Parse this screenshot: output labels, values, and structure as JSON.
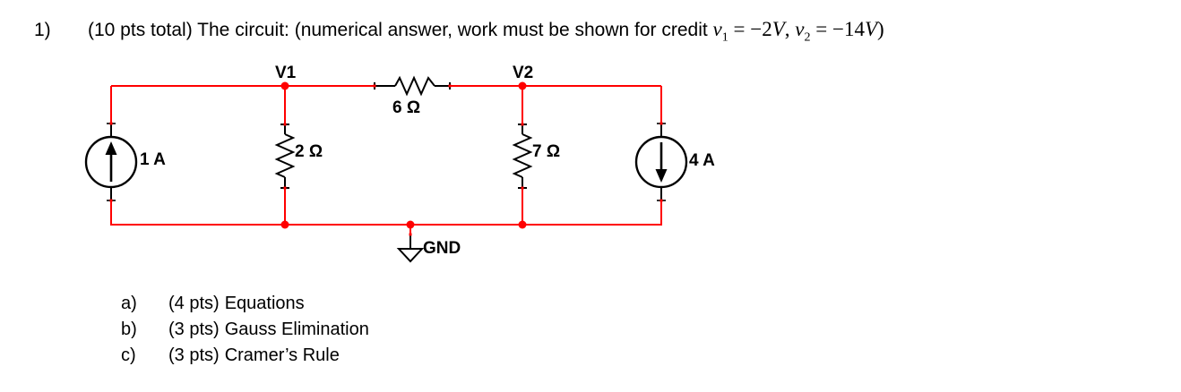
{
  "title": {
    "number": "1)",
    "prompt": "(10 pts total) The circuit: (numerical answer, work must be shown for credit ",
    "m1": {
      "v": "v",
      "sub": "1",
      "eq": " = −2",
      "unit": "V",
      "sep": ", "
    },
    "m2": {
      "v": "v",
      "sub": "2",
      "eq": " = −14",
      "unit": "V",
      "close": ")"
    }
  },
  "circuit": {
    "nodes": {
      "v1": "V1",
      "v2": "V2"
    },
    "components": {
      "source_left": "1 A",
      "source_right": "4 A",
      "resistor_top": "6 Ω",
      "resistor_left": "2 Ω",
      "resistor_right": "7 Ω",
      "ground": "GND"
    },
    "colors": {
      "wire": "#ff0000",
      "component": "#000000",
      "text": "#000000"
    }
  },
  "parts": [
    {
      "label": "a)",
      "points": "(4 pts)",
      "text": "Equations"
    },
    {
      "label": "b)",
      "points": "(3 pts)",
      "text": "Gauss Elimination"
    },
    {
      "label": "c)",
      "points": "(3 pts)",
      "text": "Cramer’s Rule"
    }
  ]
}
